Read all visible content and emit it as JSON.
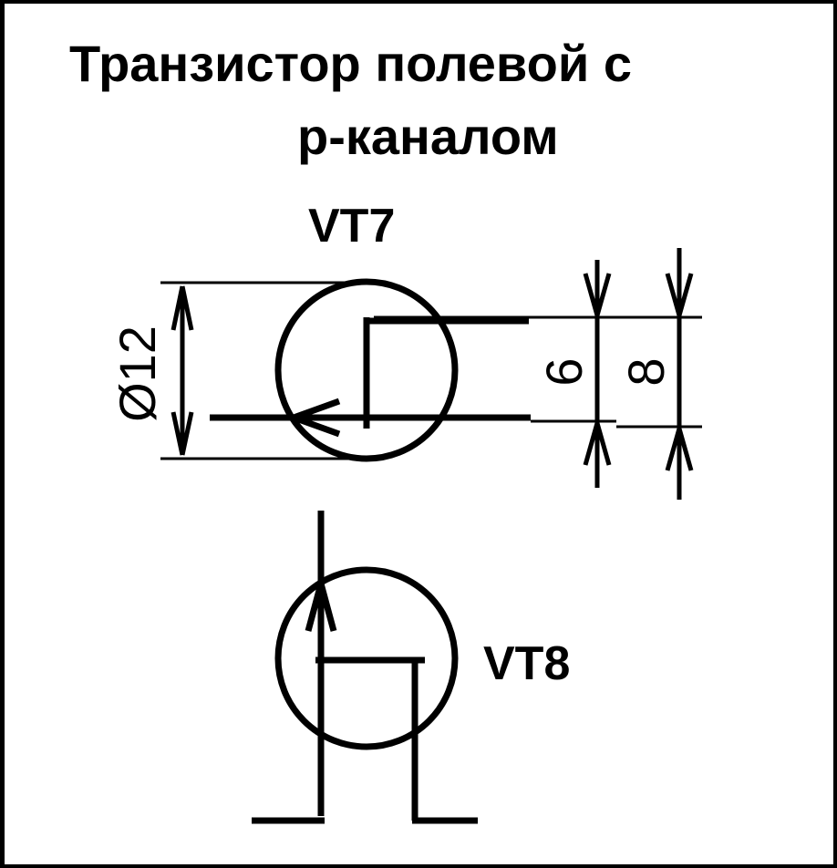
{
  "title": {
    "line1": "Транзистор полевой с",
    "line2": "р-каналом"
  },
  "components": {
    "vt7": {
      "label": "VT7"
    },
    "vt8": {
      "label": "VT8"
    }
  },
  "dimensions": {
    "diameter": "Ø12",
    "gap_inner": "6",
    "gap_outer": "8"
  }
}
